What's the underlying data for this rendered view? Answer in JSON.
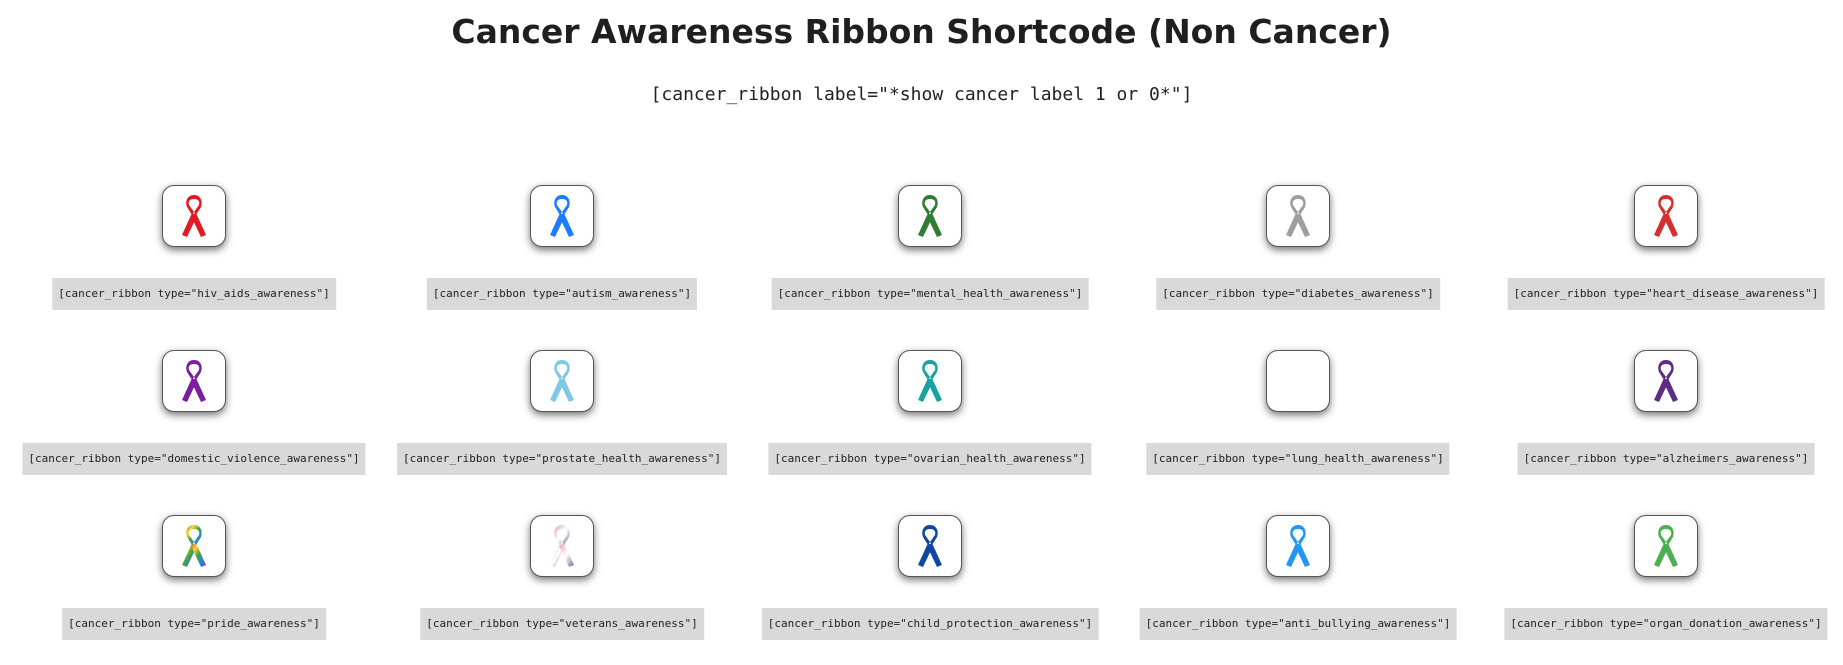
{
  "page": {
    "title": "Cancer Awareness Ribbon Shortcode (Non Cancer)",
    "usage_code": "[cancer_ribbon label=\"*show cancer label 1 or 0*\"]"
  },
  "ribbons": [
    {
      "code": "[cancer_ribbon type=\"hiv_aids_awareness\"]",
      "color": "#e01b24"
    },
    {
      "code": "[cancer_ribbon type=\"autism_awareness\"]",
      "color": "#1e7bff"
    },
    {
      "code": "[cancer_ribbon type=\"mental_health_awareness\"]",
      "color": "#2e7d32"
    },
    {
      "code": "[cancer_ribbon type=\"diabetes_awareness\"]",
      "color": "#9e9e9e"
    },
    {
      "code": "[cancer_ribbon type=\"heart_disease_awareness\"]",
      "color": "#d32f2f"
    },
    {
      "code": "[cancer_ribbon type=\"domestic_violence_awareness\"]",
      "color": "#7b1fa2"
    },
    {
      "code": "[cancer_ribbon type=\"prostate_health_awareness\"]",
      "color": "#7ec8e3"
    },
    {
      "code": "[cancer_ribbon type=\"ovarian_health_awareness\"]",
      "color": "#17a2a2"
    },
    {
      "code": "[cancer_ribbon type=\"lung_health_awareness\"]",
      "color": "#ffffff"
    },
    {
      "code": "[cancer_ribbon type=\"alzheimers_awareness\"]",
      "color": "#5e2d82"
    },
    {
      "code": "[cancer_ribbon type=\"pride_awareness\"]",
      "color": "rainbow"
    },
    {
      "code": "[cancer_ribbon type=\"veterans_awareness\"]",
      "color": "pink-white-blue"
    },
    {
      "code": "[cancer_ribbon type=\"child_protection_awareness\"]",
      "color": "#0d47a1"
    },
    {
      "code": "[cancer_ribbon type=\"anti_bullying_awareness\"]",
      "color": "#2196f3"
    },
    {
      "code": "[cancer_ribbon type=\"organ_donation_awareness\"]",
      "color": "#4caf50"
    }
  ]
}
